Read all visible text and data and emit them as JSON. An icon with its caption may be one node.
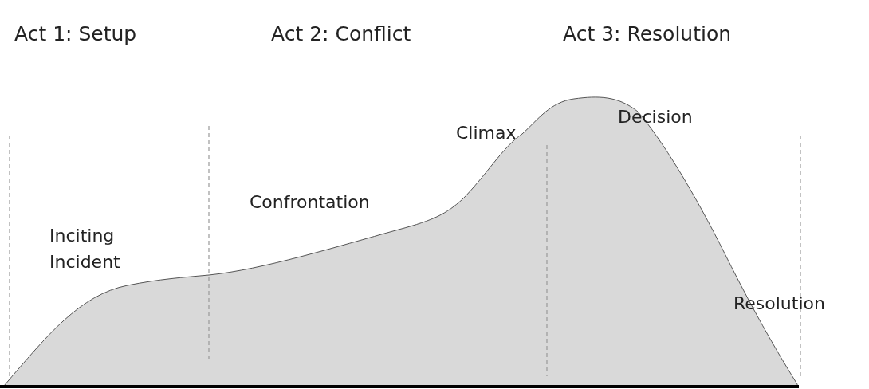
{
  "diagram": {
    "labels": [
      "Act 1: Setup",
      "Act 2: Conflict",
      "Act 3: Resolution",
      "Climax",
      "Decision",
      "Confrontation",
      "Inciting Incident",
      "Resolution"
    ]
  }
}
